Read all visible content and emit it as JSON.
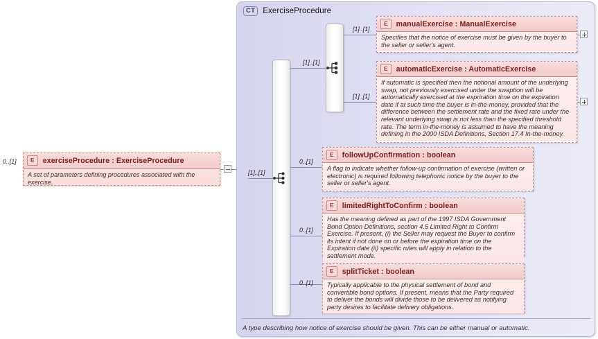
{
  "diagram": {
    "complex_type": {
      "badge": "CT",
      "title": "ExerciseProcedure",
      "footer_doc": "A type describing how notice of exercise should be given. This can be either manual or automatic."
    },
    "root_element": {
      "badge": "E",
      "name": "exerciseProcedure : ExerciseProcedure",
      "doc": "A set of parameters defining procedures associated with the exercise.",
      "cardinality": "0..[1]",
      "toggle": "minus"
    },
    "sequence": {
      "icon": "sequence-icon",
      "cardinality": "[1]..[1]"
    },
    "choice": {
      "icon": "choice-icon",
      "cardinality": "[1]..[1]"
    },
    "elements": [
      {
        "id": "manualExercise",
        "badge": "E",
        "name": "manualExercise : ManualExercise",
        "doc": "Specifies that the notice of exercise must be given by the buyer to the seller or seller's agent.",
        "cardinality": "[1]..[1]",
        "toggle": "plus"
      },
      {
        "id": "automaticExercise",
        "badge": "E",
        "name": "automaticExercise : AutomaticExercise",
        "doc": "If automatic is specified then the notional amount of the underlying swap, not previously exercised under the swaption will be automatically exercised at the expriration time on the expiration date if at such time the buyer is in-the-money, provided that the difference between the settlement rate and the fixed rate under the relevant underlying swap is not less than the specified threshold rate. The term in-the-money is assumed to have the meaning defining in the 2000 ISDA Definitions, Section 17.4 In-the-money.",
        "cardinality": "[1]..[1]",
        "toggle": "plus"
      },
      {
        "id": "followUpConfirmation",
        "badge": "E",
        "name": "followUpConfirmation : boolean",
        "doc": "A flag to indicate whether follow-up confirmation of exercise (written or electronic) is required following telephonic notice by the buyer to the seller or seller's agent.",
        "cardinality": "0..[1]",
        "toggle": "none"
      },
      {
        "id": "limitedRightToConfirm",
        "badge": "E",
        "name": "limitedRightToConfirm : boolean",
        "doc": "Has the meaning defined as part of the 1997 ISDA Government Bond Option Definitions, section 4.5 Limited Right to Confirm Exercise. If present, (i) the Seller may request the Buyer to confirm its intent if not done on or before the expiration time on the Expiration date (ii) specific rules will apply in relation to the settlement mode.",
        "cardinality": "0..[1]",
        "toggle": "none"
      },
      {
        "id": "splitTicket",
        "badge": "E",
        "name": "splitTicket : boolean",
        "doc": "Typically applicable to the physical settlement of bond and convertible bond options. If present, means that the Party required to deliver the bonds will divide those to be delivered as notifying party desires to facilitate delivery obligations.",
        "cardinality": "0..[1]",
        "toggle": "none"
      }
    ],
    "colors": {
      "panel_bg": "#dcdcf0",
      "panel_border": "#b9b9d6",
      "element_header": "#f3d0d0",
      "element_border": "#c98b8b",
      "element_name": "#7b2020",
      "connector": "#8a8ab0"
    }
  }
}
